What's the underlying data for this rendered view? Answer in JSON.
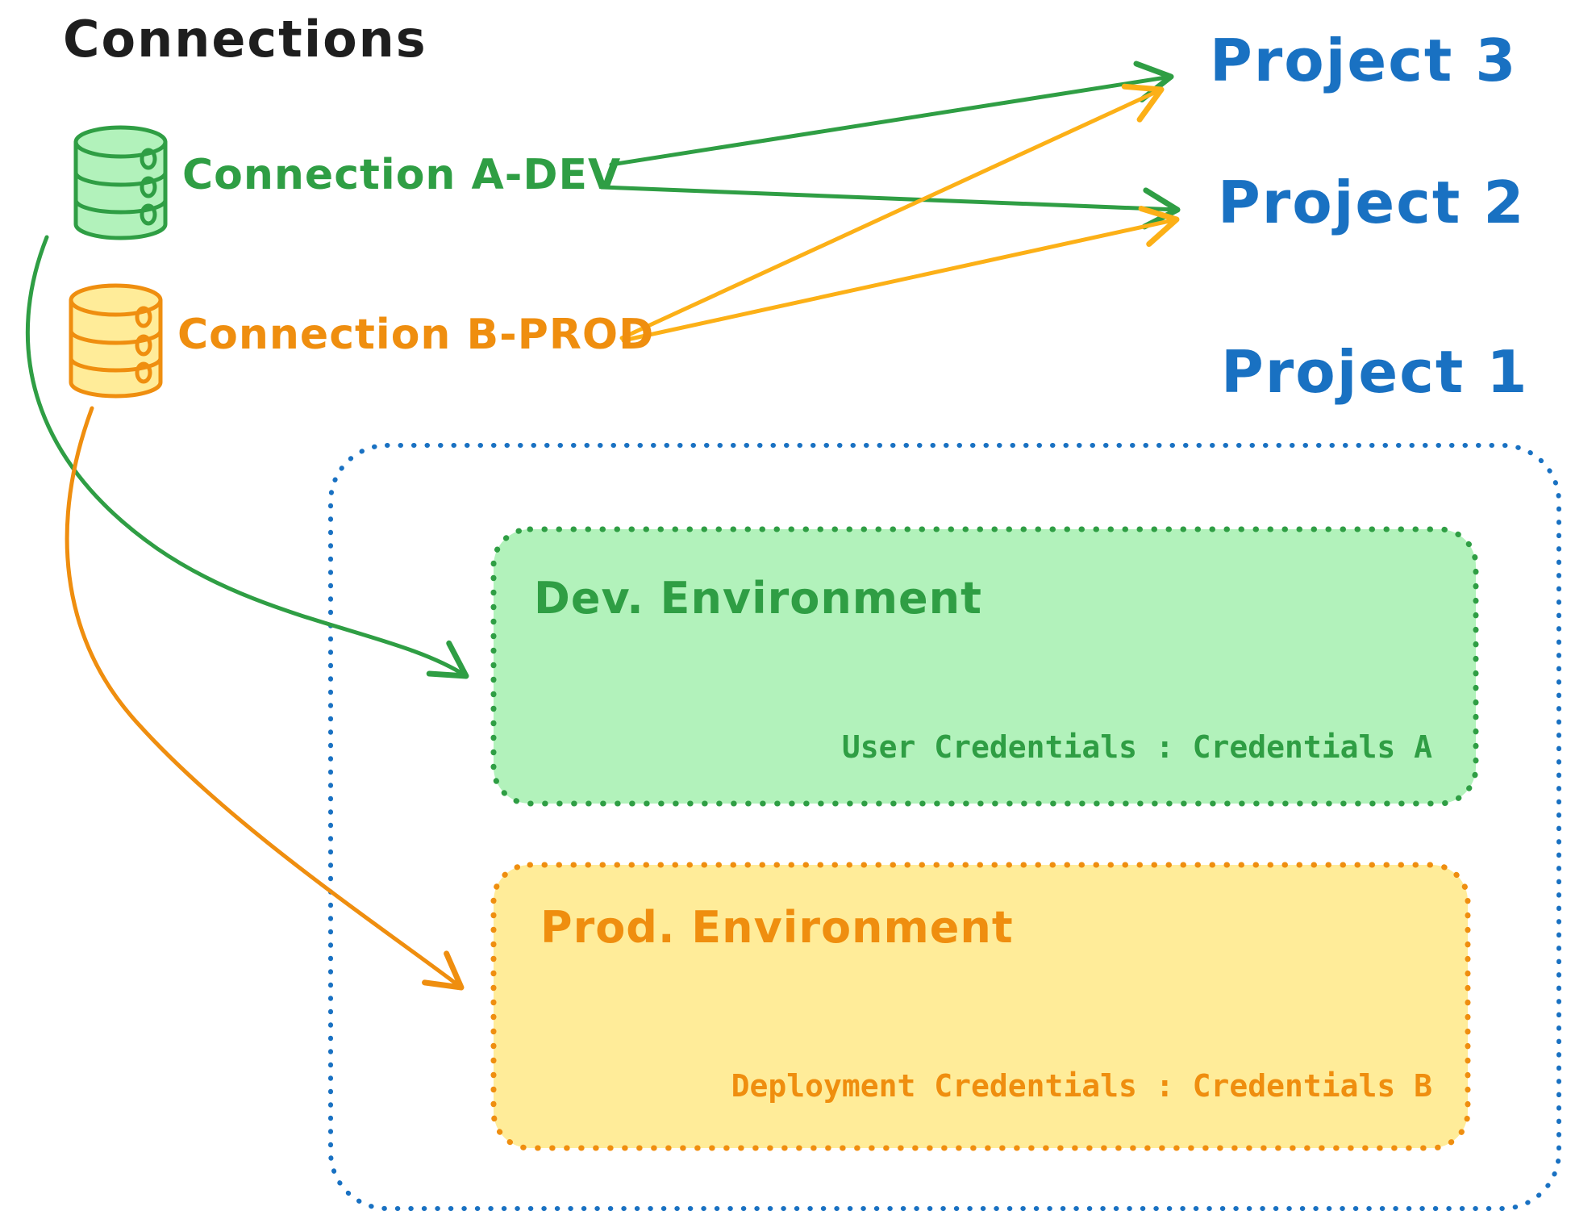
{
  "title": "Connections",
  "connections": [
    {
      "id": "a-dev",
      "label": "Connection A-DEV",
      "color": "#2f9e44",
      "fill": "#b2f2bb",
      "icon": "database-icon"
    },
    {
      "id": "b-prod",
      "label": "Connection B-PROD",
      "color": "#ef8e0f",
      "fill": "#ffec99",
      "icon": "database-icon"
    }
  ],
  "projects": [
    {
      "label": "Project 3"
    },
    {
      "label": "Project 2"
    },
    {
      "label": "Project 1",
      "environments": [
        {
          "name": "Dev. Environment",
          "credentials": "User Credentials : Credentials A",
          "accent": "#2f9e44",
          "fill": "#b2f2bb"
        },
        {
          "name": "Prod. Environment",
          "credentials": "Deployment Credentials : Credentials B",
          "accent": "#ef8e0f",
          "fill": "#ffec99"
        }
      ]
    }
  ],
  "links": [
    {
      "from": "Connection A-DEV",
      "to": "Project 3",
      "color": "#2f9e44"
    },
    {
      "from": "Connection A-DEV",
      "to": "Project 2",
      "color": "#2f9e44"
    },
    {
      "from": "Connection B-PROD",
      "to": "Project 3",
      "color": "#fcb017"
    },
    {
      "from": "Connection B-PROD",
      "to": "Project 2",
      "color": "#fcb017"
    },
    {
      "from": "Connection A-DEV",
      "to": "Dev. Environment",
      "color": "#2f9e44"
    },
    {
      "from": "Connection B-PROD",
      "to": "Prod. Environment",
      "color": "#ef8e0f"
    }
  ],
  "colors": {
    "text_dark": "#1e1e1e",
    "blue": "#1971c2",
    "green": "#2f9e44",
    "green_fill": "#b2f2bb",
    "orange": "#ef8e0f",
    "amber_arrow": "#fcb017",
    "yellow_fill": "#ffec99"
  }
}
